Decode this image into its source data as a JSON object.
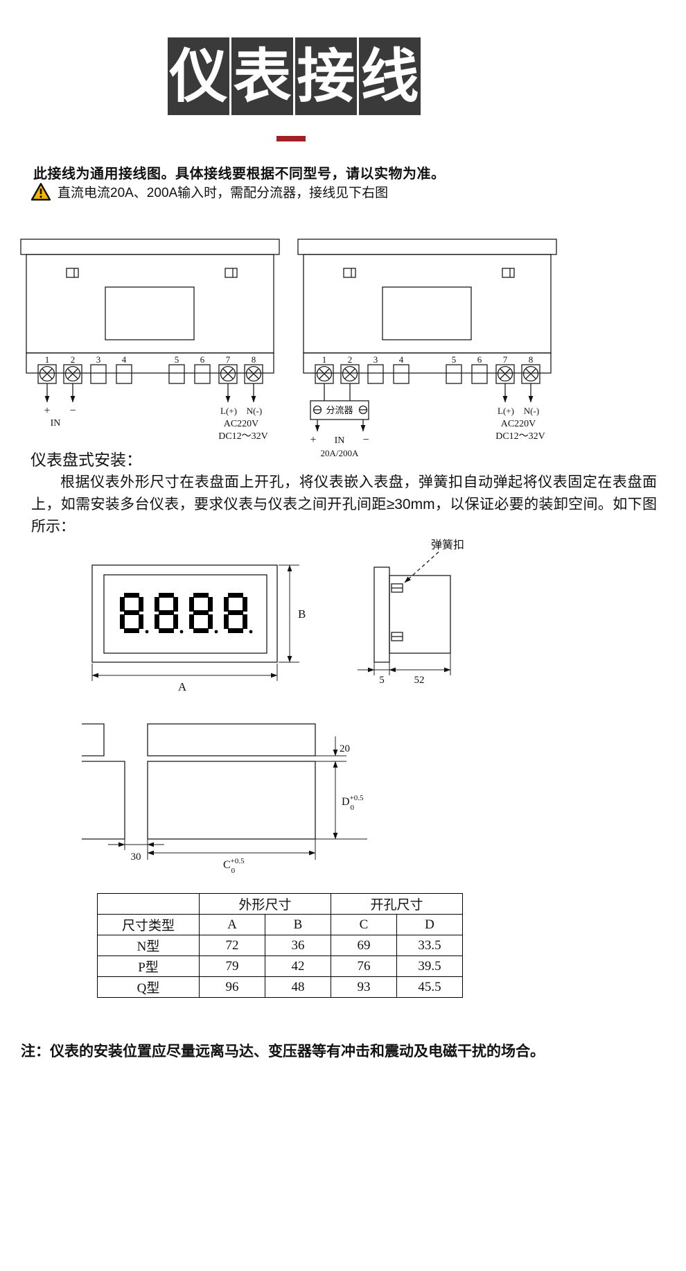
{
  "page": {
    "title_chars": [
      "仪",
      "表",
      "接",
      "线"
    ],
    "accent_color": "#a32025"
  },
  "intro": {
    "bold_line": "此接线为通用接线图。具体接线要根据不同型号，请以实物为准。",
    "warning_line": "直流电流20A、200A输入时，需配分流器，接线见下右图"
  },
  "wiring": {
    "terminal_numbers": [
      "1",
      "2",
      "3",
      "4",
      "5",
      "6",
      "7",
      "8"
    ],
    "left_meter": {
      "plus": "+",
      "minus": "−",
      "input_label": "IN",
      "line_label": "L(+)",
      "neutral_label": "N(-)",
      "supply_ac": "AC220V",
      "supply_dc": "DC12～32V"
    },
    "right_meter": {
      "shunt_label": "分流器",
      "plus": "+",
      "minus": "−",
      "input_label": "IN",
      "range_label": "20A/200A",
      "line_label": "L(+)",
      "neutral_label": "N(-)",
      "supply_ac": "AC220V",
      "supply_dc": "DC12～32V"
    }
  },
  "mounting": {
    "heading": "仪表盘式安装：",
    "paragraph": "根据仪表外形尺寸在表盘面上开孔，将仪表嵌入表盘，弹簧扣自动弹起将仪表固定在表盘面上，如需安装多台仪表，要求仪表与仪表之间开孔间距≥30mm，以保证必要的装卸空间。如下图所示：",
    "front_view": {
      "display_digits": "8888",
      "dim_width": "A",
      "dim_height": "B"
    },
    "side_view": {
      "spring_clip_label": "弹簧扣",
      "dim_bezel": "5",
      "dim_depth": "52"
    },
    "cutout_view": {
      "dim_top_gap": "20",
      "dim_side_gap": "30",
      "dim_c": "C",
      "dim_d": "D",
      "tolerance_sup": "+0.5",
      "tolerance_sub": "0"
    }
  },
  "dimension_table": {
    "group_headers": [
      "外形尺寸",
      "开孔尺寸"
    ],
    "row_header": "尺寸类型",
    "columns": [
      "A",
      "B",
      "C",
      "D"
    ],
    "rows": [
      {
        "type": "N型",
        "values": [
          "72",
          "36",
          "69",
          "33.5"
        ]
      },
      {
        "type": "P型",
        "values": [
          "79",
          "42",
          "76",
          "39.5"
        ]
      },
      {
        "type": "Q型",
        "values": [
          "96",
          "48",
          "93",
          "45.5"
        ]
      }
    ]
  },
  "footer_note": "注：仪表的安装位置应尽量远离马达、变压器等有冲击和震动及电磁干扰的场合。"
}
